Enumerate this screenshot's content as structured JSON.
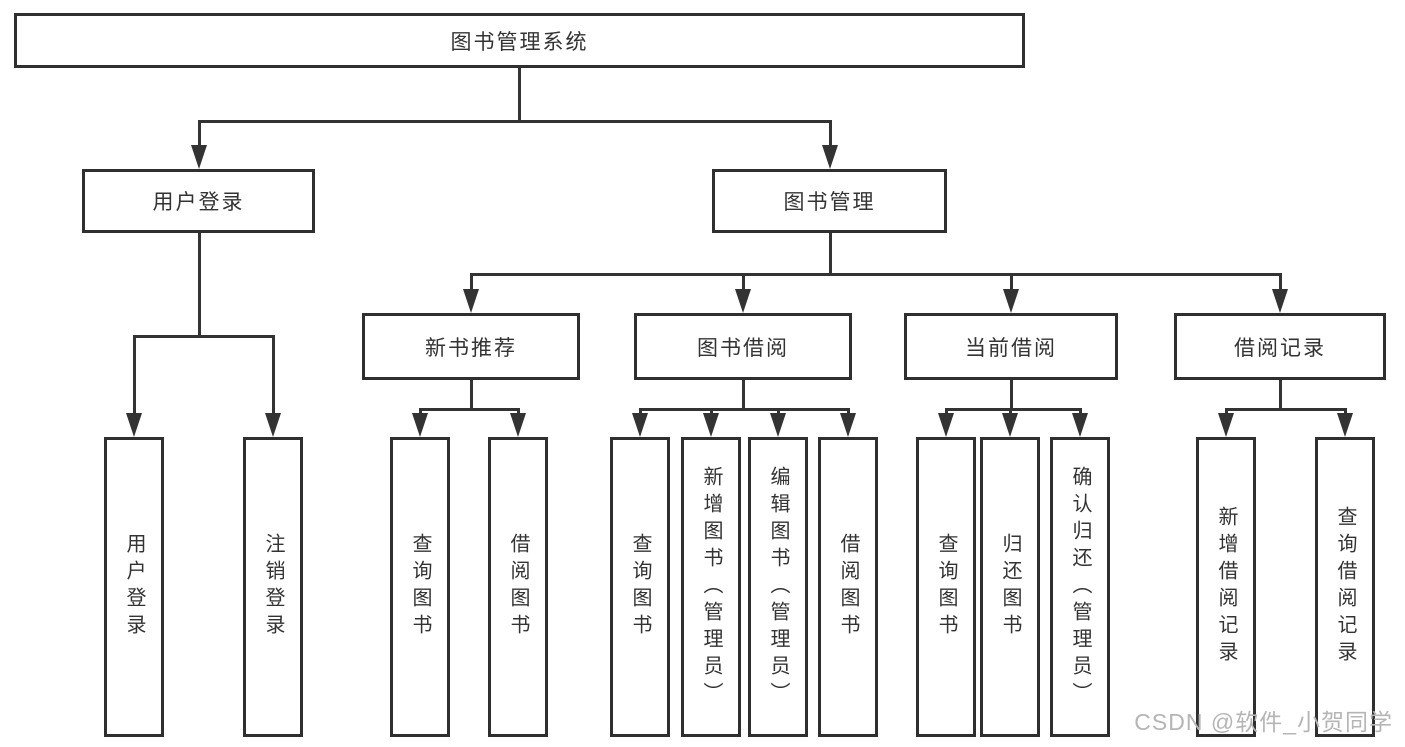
{
  "diagram": {
    "root": {
      "label": "图书管理系统"
    },
    "level2": [
      {
        "label": "用户登录"
      },
      {
        "label": "图书管理"
      }
    ],
    "level3": [
      {
        "label": "新书推荐"
      },
      {
        "label": "图书借阅"
      },
      {
        "label": "当前借阅"
      },
      {
        "label": "借阅记录"
      }
    ],
    "leaves": [
      {
        "label": "用户登录"
      },
      {
        "label": "注销登录"
      },
      {
        "label": "查询图书"
      },
      {
        "label": "借阅图书"
      },
      {
        "label": "查询图书"
      },
      {
        "label": "新增图书（管理员）"
      },
      {
        "label": "编辑图书（管理员）"
      },
      {
        "label": "借阅图书"
      },
      {
        "label": "查询图书"
      },
      {
        "label": "归还图书"
      },
      {
        "label": "确认归还（管理员）"
      },
      {
        "label": "新增借阅记录"
      },
      {
        "label": "查询借阅记录"
      }
    ],
    "watermark": "CSDN @软件_小贺同学",
    "colors": {
      "line": "#333333",
      "text": "#333333",
      "watermark": "#b5b5b5",
      "background": "#ffffff"
    }
  }
}
